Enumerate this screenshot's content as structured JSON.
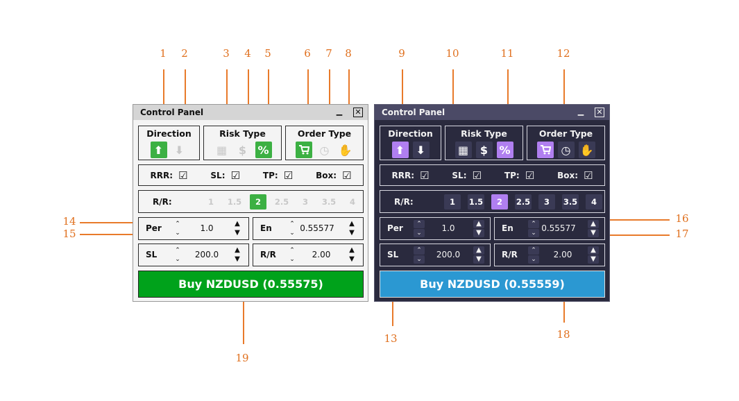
{
  "annotations": [
    "1",
    "2",
    "3",
    "4",
    "5",
    "6",
    "7",
    "8",
    "9",
    "10",
    "11",
    "12",
    "13",
    "14",
    "15",
    "16",
    "17",
    "18",
    "19"
  ],
  "panels": [
    {
      "theme": "light",
      "title": "Control Panel",
      "minimize": "▁",
      "close": "✕",
      "groups": [
        {
          "title": "Direction",
          "icons": [
            {
              "name": "arrow-up-icon",
              "glyph": "⬆",
              "active": true
            },
            {
              "name": "arrow-down-icon",
              "glyph": "⬇",
              "active": false
            }
          ]
        },
        {
          "title": "Risk Type",
          "icons": [
            {
              "name": "calculator-icon",
              "glyph": "▦",
              "active": false
            },
            {
              "name": "dollar-icon",
              "glyph": "$",
              "active": false
            },
            {
              "name": "percent-icon",
              "glyph": "%",
              "active": true
            }
          ]
        },
        {
          "title": "Order Type",
          "icons": [
            {
              "name": "cart-icon",
              "glyph": "cart",
              "active": true
            },
            {
              "name": "clock-icon",
              "glyph": "◷",
              "active": false
            },
            {
              "name": "hand-icon",
              "glyph": "✋",
              "active": false
            }
          ]
        }
      ],
      "checks": [
        {
          "label": "RRR:",
          "checked": true
        },
        {
          "label": "SL:",
          "checked": true
        },
        {
          "label": "TP:",
          "checked": true
        },
        {
          "label": "Box:",
          "checked": true
        }
      ],
      "rr_label": "R/R:",
      "rr_options": [
        "1",
        "1.5",
        "2",
        "2.5",
        "3",
        "3.5",
        "4"
      ],
      "rr_selected": "2",
      "fields": [
        {
          "label": "Per",
          "value": "1.0"
        },
        {
          "label": "En",
          "value": "0.55577"
        },
        {
          "label": "SL",
          "value": "200.0"
        },
        {
          "label": "R/R",
          "value": "2.00"
        }
      ],
      "buy_label": "Buy NZDUSD (0.55575)",
      "colors": {
        "bg": "#f4f4f4",
        "title_bg": "#d5d5d5",
        "text": "#111",
        "border": "#2a2a2a",
        "active": "#3cb043",
        "inactive_fg": "#c8c8c8",
        "inactive_bg": "transparent",
        "buy": "#00a21b"
      }
    },
    {
      "theme": "dark",
      "title": "Control Panel",
      "minimize": "▁",
      "close": "✕",
      "groups": [
        {
          "title": "Direction",
          "icons": [
            {
              "name": "arrow-up-icon",
              "glyph": "⬆",
              "active": true
            },
            {
              "name": "arrow-down-icon",
              "glyph": "⬇",
              "active": false
            }
          ]
        },
        {
          "title": "Risk Type",
          "icons": [
            {
              "name": "calculator-icon",
              "glyph": "▦",
              "active": false
            },
            {
              "name": "dollar-icon",
              "glyph": "$",
              "active": false
            },
            {
              "name": "percent-icon",
              "glyph": "%",
              "active": true
            }
          ]
        },
        {
          "title": "Order Type",
          "icons": [
            {
              "name": "cart-icon",
              "glyph": "cart",
              "active": true
            },
            {
              "name": "clock-icon",
              "glyph": "◷",
              "active": false
            },
            {
              "name": "hand-icon",
              "glyph": "✋",
              "active": false
            }
          ]
        }
      ],
      "checks": [
        {
          "label": "RRR:",
          "checked": true
        },
        {
          "label": "SL:",
          "checked": true
        },
        {
          "label": "TP:",
          "checked": true
        },
        {
          "label": "Box:",
          "checked": true
        }
      ],
      "rr_label": "R/R:",
      "rr_options": [
        "1",
        "1.5",
        "2",
        "2.5",
        "3",
        "3.5",
        "4"
      ],
      "rr_selected": "2",
      "fields": [
        {
          "label": "Per",
          "value": "1.0"
        },
        {
          "label": "En",
          "value": "0.55577"
        },
        {
          "label": "SL",
          "value": "200.0"
        },
        {
          "label": "R/R",
          "value": "2.00"
        }
      ],
      "buy_label": "Buy NZDUSD (0.55559)",
      "colors": {
        "bg": "#2a2a3e",
        "title_bg": "#4b4a66",
        "text": "#f2f2f2",
        "border": "#d8d8e0",
        "active": "#b07ff0",
        "inactive_fg": "#ffffff",
        "inactive_bg": "#3a3a55",
        "buy": "#2b98d2"
      }
    }
  ]
}
